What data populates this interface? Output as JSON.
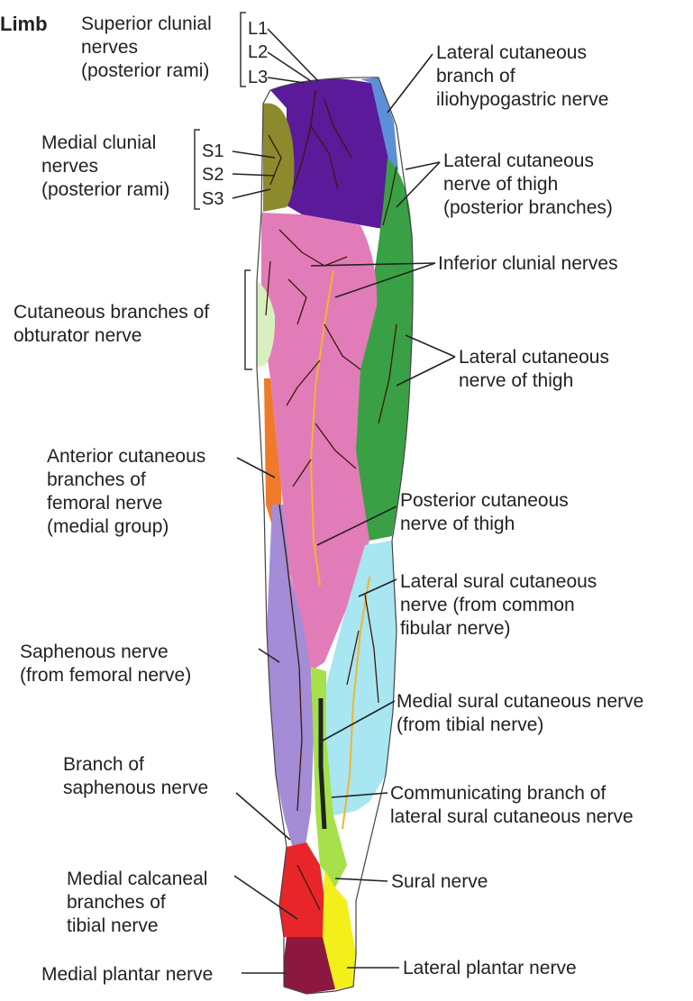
{
  "title": "Limb",
  "labels": {
    "superior_clunial": "Superior clunial\nnerves\n(posterior rami)",
    "L1": "L1",
    "L2": "L2",
    "L3": "L3",
    "medial_clunial": "Medial clunial\nnerves\n(posterior rami)",
    "S1": "S1",
    "S2": "S2",
    "S3": "S3",
    "obturator": "Cutaneous branches of\nobturator nerve",
    "anterior_femoral": "Anterior cutaneous\nbranches of\nfemoral nerve\n(medial group)",
    "saphenous": "Saphenous nerve\n(from femoral nerve)",
    "branch_saphenous": "Branch of\nsaphenous nerve",
    "medial_calcaneal": "Medial calcaneal\nbranches of\ntibial nerve",
    "medial_plantar": "Medial plantar nerve",
    "iliohypogastric": "Lateral cutaneous\nbranch of\niliohypogastric nerve",
    "lat_thigh_post": "Lateral cutaneous\nnerve of thigh\n(posterior branches)",
    "inferior_clunial": "Inferior clunial nerves",
    "lat_thigh": "Lateral cutaneous\nnerve of thigh",
    "post_thigh": "Posterior cutaneous\nnerve of thigh",
    "lat_sural": "Lateral sural cutaneous\nnerve (from common\nfibular nerve)",
    "med_sural": "Medial sural cutaneous nerve\n(from tibial nerve)",
    "communicating": "Communicating branch of\nlateral sural cutaneous nerve",
    "sural": "Sural nerve",
    "lat_plantar": "Lateral plantar nerve"
  },
  "region_colors": {
    "superior_clunial_purple": "#5a1a9a",
    "medial_clunial_olive": "#8c8a2c",
    "iliohypogastric_blue": "#5b8fd6",
    "lateral_thigh_green": "#3aa045",
    "posterior_thigh_pink": "#e27cb8",
    "obturator_pale_green": "#d8f0c0",
    "femoral_orange": "#ef7a2a",
    "saphenous_lavender": "#a48cd6",
    "lateral_sural_lightblue": "#a8e6f2",
    "sural_lightgreen": "#a6e04a",
    "calcaneal_red": "#e8262a",
    "lateral_plantar_yellow": "#f2ef1a",
    "medial_plantar_maroon": "#8c1840",
    "nerve_line": "#3a1a0a",
    "nerve_main": "#f2b430"
  }
}
